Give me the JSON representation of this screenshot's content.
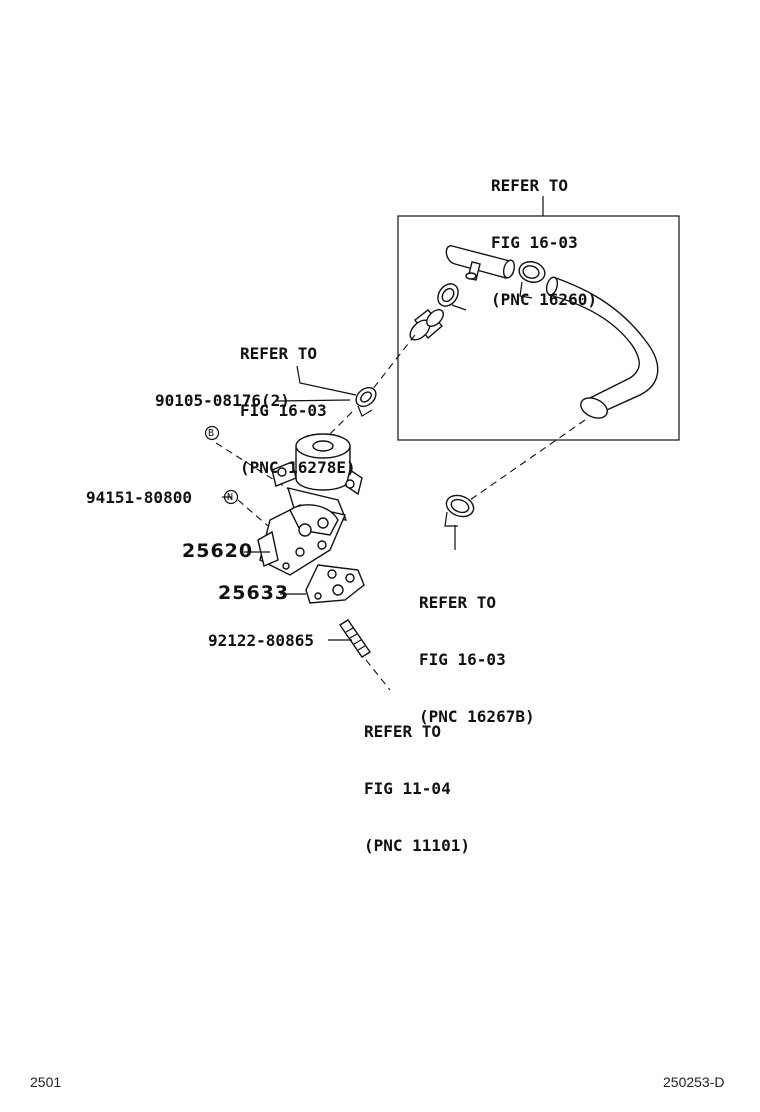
{
  "refs": {
    "fig_16_03_pnc_16260": {
      "line1": "REFER TO",
      "line2": "FIG 16-03",
      "line3": "(PNC 16260)"
    },
    "fig_16_03_pnc_16278e": {
      "line1": "REFER TO",
      "line2": "FIG 16-03",
      "line3": "(PNC 16278E)"
    },
    "fig_16_03_pnc_16267b": {
      "line1": "REFER TO",
      "line2": "FIG 16-03",
      "line3": "(PNC 16267B)"
    },
    "fig_11_04_pnc_11101": {
      "line1": "REFER TO",
      "line2": "FIG 11-04",
      "line3": "(PNC 11101)"
    }
  },
  "parts": {
    "p90105": "90105-08176(2)",
    "p94151": "94151-80800",
    "p25620": "25620",
    "p25633": "25633",
    "p92122": "92122-80865"
  },
  "markers": {
    "b": "B",
    "n": "N"
  },
  "footer": {
    "left": "2501",
    "right": "250253-D"
  }
}
